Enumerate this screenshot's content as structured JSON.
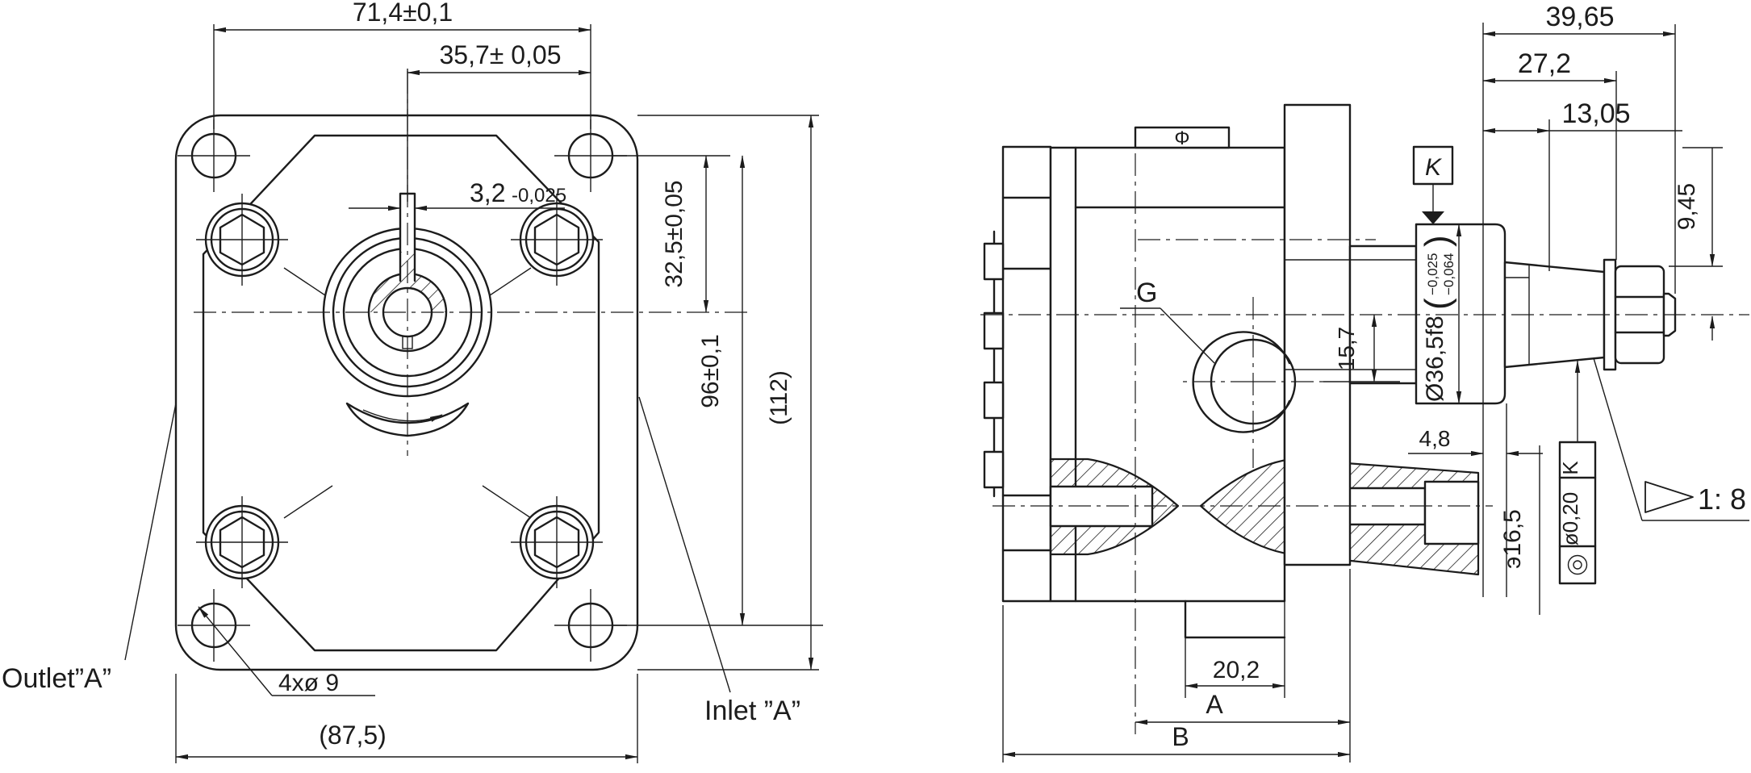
{
  "front_view": {
    "dims": {
      "bolt_spacing_h": "71,4±0,1",
      "half_spacing_h": "35,7± 0,05",
      "keyway_nominal": "3,2",
      "keyway_tol": "-0,025",
      "hole_to_center_v": "32,5±0,05",
      "bolt_spacing_v": "96±0,1",
      "overall_height": "(112)",
      "mount_holes": "4xø 9",
      "overall_width": "(87,5)"
    },
    "labels": {
      "outlet": "Outlet”A”",
      "inlet": "Inlet ”A”"
    }
  },
  "side_view": {
    "dims": {
      "shaft_end_total": "39,65",
      "shaft_to_washer": "27,2",
      "taper_gauge": "13,05",
      "nut_flat_to_axis": "9,45",
      "pilot_dia": "Ø36,5f8",
      "pilot_tol_open": "(",
      "pilot_tol_upper": "−0,025",
      "pilot_tol_lower": "−0,064",
      "pilot_tol_close": ")",
      "port_offset": "15,7",
      "pilot_protrusion": "4,8",
      "thread_depth": "э16,5",
      "step_width": "20,2",
      "dim_a": "A",
      "dim_b": "B"
    },
    "labels": {
      "port": "G",
      "datum": "K",
      "nameplate": "Φ",
      "taper_ratio": "1: 8"
    },
    "fcf": {
      "symbol_name": "concentricity",
      "tolerance": "ø0,20",
      "datum": "K"
    }
  }
}
